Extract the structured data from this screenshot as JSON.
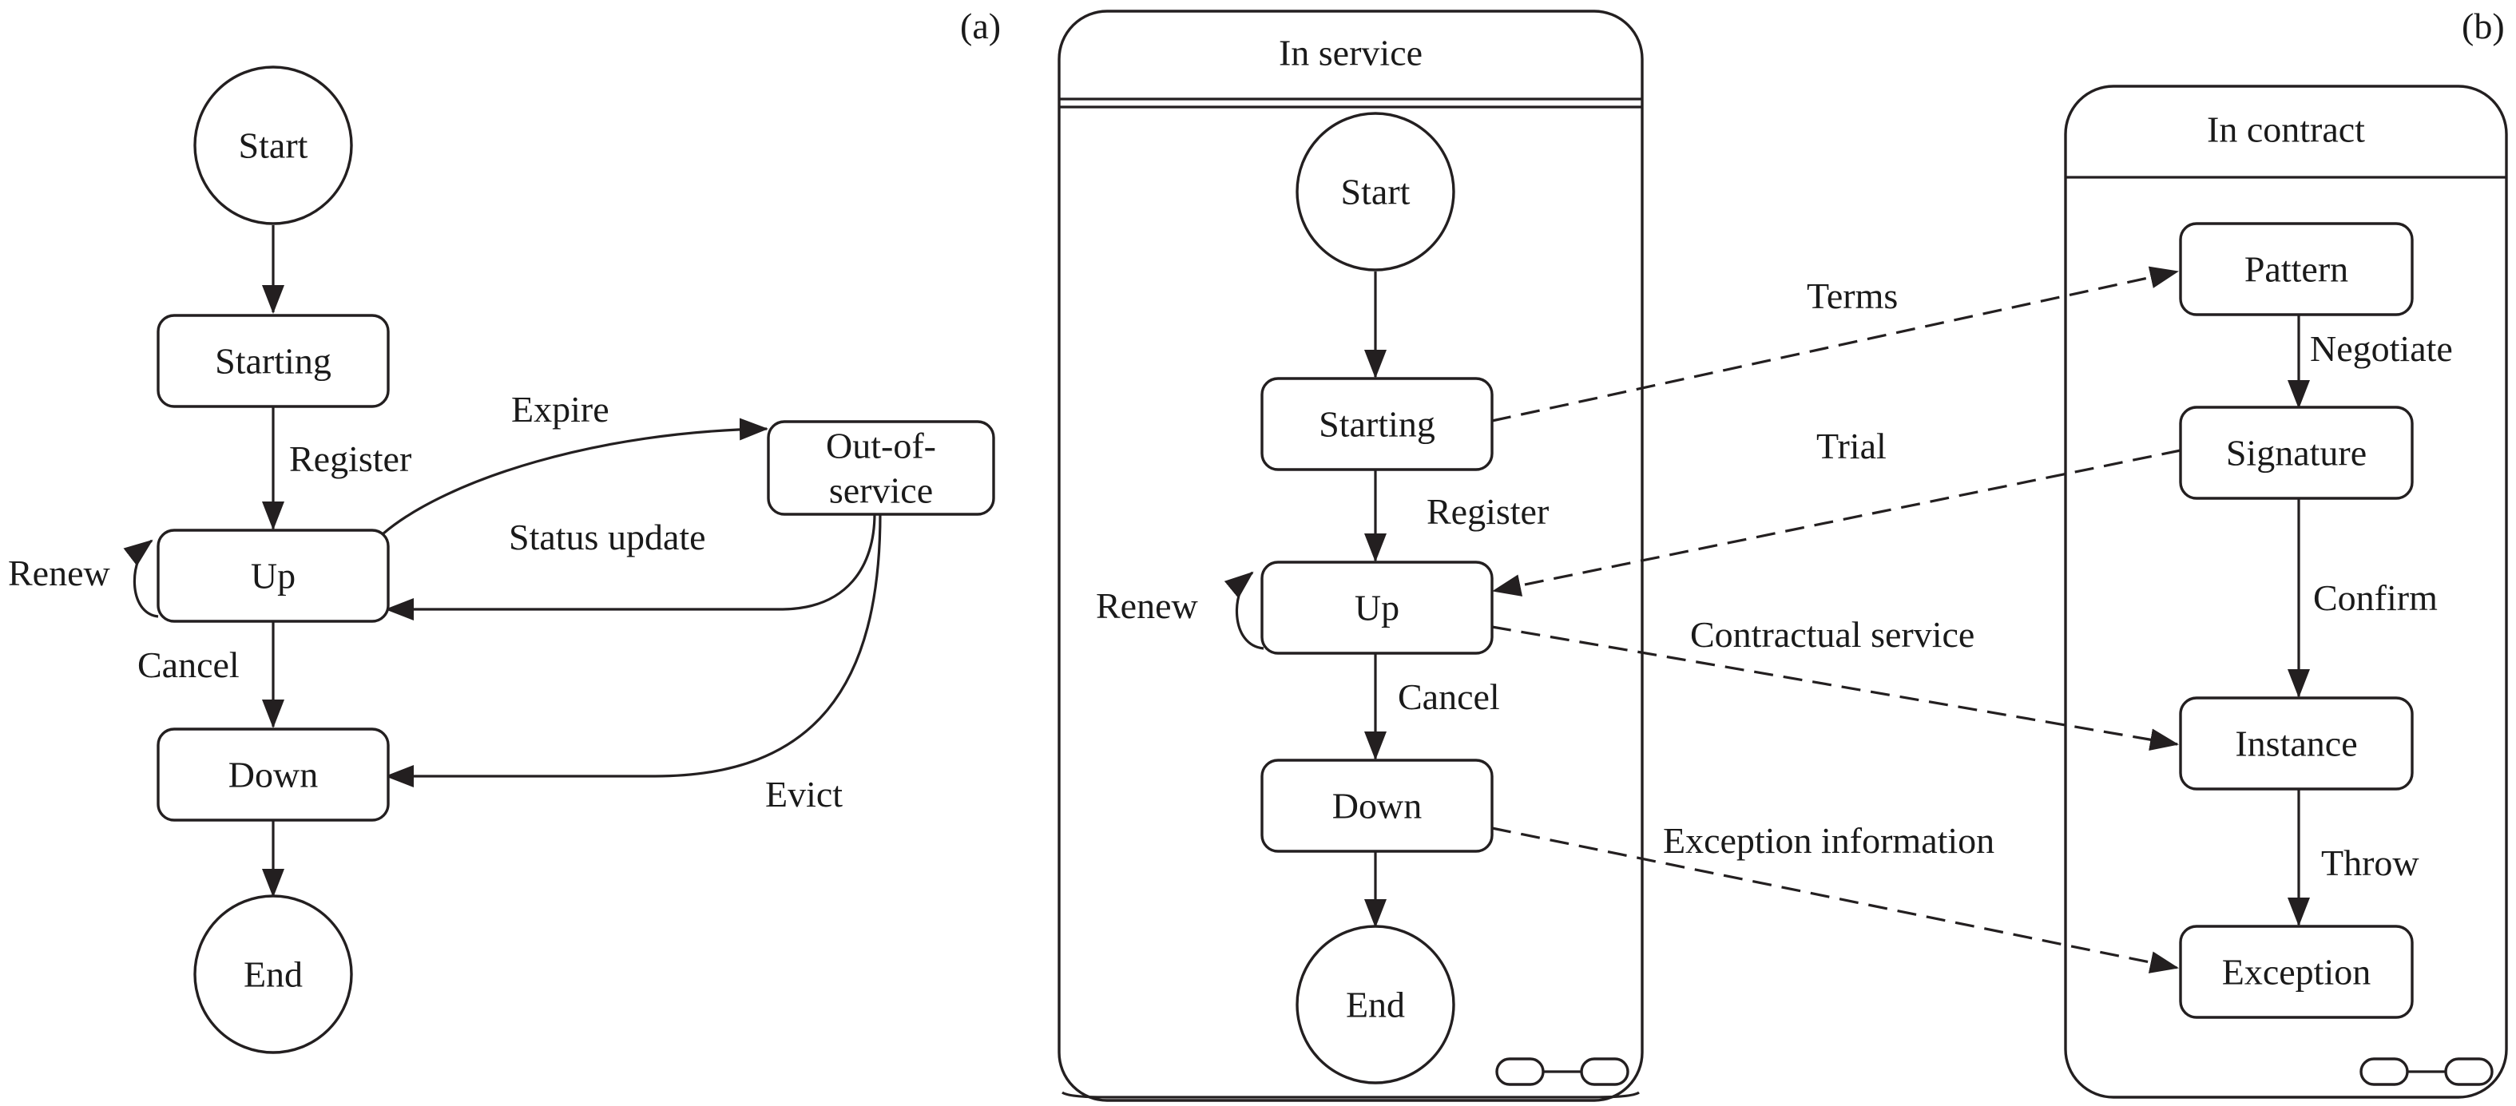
{
  "panel_a": {
    "label": "(a)",
    "nodes": {
      "start": "Start",
      "starting": "Starting",
      "up": "Up",
      "down": "Down",
      "end": "End",
      "out_of_service_line1": "Out-of-",
      "out_of_service_line2": "service"
    },
    "edges": {
      "register": "Register",
      "renew": "Renew",
      "cancel": "Cancel",
      "expire": "Expire",
      "status_update": "Status update",
      "evict": "Evict"
    }
  },
  "panel_b": {
    "label": "(b)",
    "service_frame_title": "In service",
    "contract_frame_title": "In contract",
    "service_nodes": {
      "start": "Start",
      "starting": "Starting",
      "up": "Up",
      "down": "Down",
      "end": "End"
    },
    "service_edges": {
      "register": "Register",
      "renew": "Renew",
      "cancel": "Cancel"
    },
    "contract_nodes": {
      "pattern": "Pattern",
      "signature": "Signature",
      "instance": "Instance",
      "exception": "Exception"
    },
    "contract_edges": {
      "negotiate": "Negotiate",
      "confirm": "Confirm",
      "throw": "Throw"
    },
    "cross_links": {
      "terms": "Terms",
      "trial": "Trial",
      "contractual_service": "Contractual service",
      "exception_information": "Exception information"
    }
  },
  "colors": {
    "stroke": "#231f20",
    "text": "#1a1a1a",
    "background": "#ffffff"
  }
}
